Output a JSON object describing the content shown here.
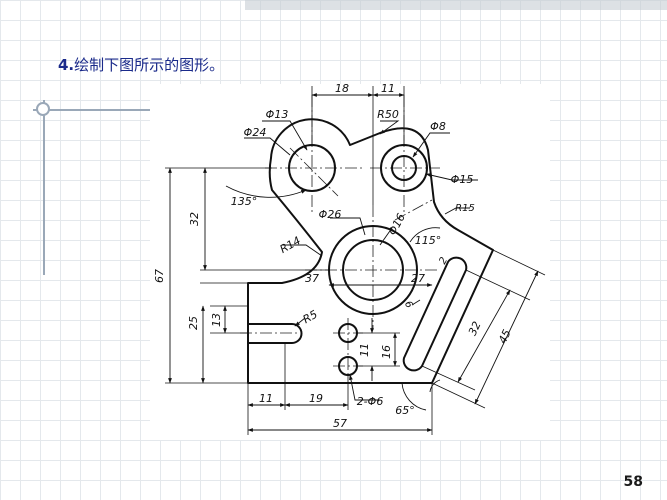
{
  "slide": {
    "title_number": "4.",
    "title_text": "绘制下图所示的图形。",
    "page_number": "58"
  },
  "drawing": {
    "dimensions": {
      "d18": "18",
      "d11_top": "11",
      "r50": "R50",
      "phi8": "Φ8",
      "phi13": "Φ13",
      "phi24": "Φ24",
      "phi15": "Φ15",
      "r15": "R15",
      "angle135": "135°",
      "d32_left": "32",
      "phi26": "Φ26",
      "phi16": "Φ16",
      "angle115": "115°",
      "d2": "2",
      "r14": "R14",
      "d37": "37",
      "d27": "27",
      "d6": "6",
      "d67": "67",
      "r5": "R5",
      "d25": "25",
      "d13": "13",
      "d11_mid": "11",
      "d16": "16",
      "d32_right": "32",
      "d45": "45",
      "d11_bottom": "11",
      "d19": "19",
      "holes": "2-Φ6",
      "angle65": "65°",
      "d57": "57"
    }
  }
}
